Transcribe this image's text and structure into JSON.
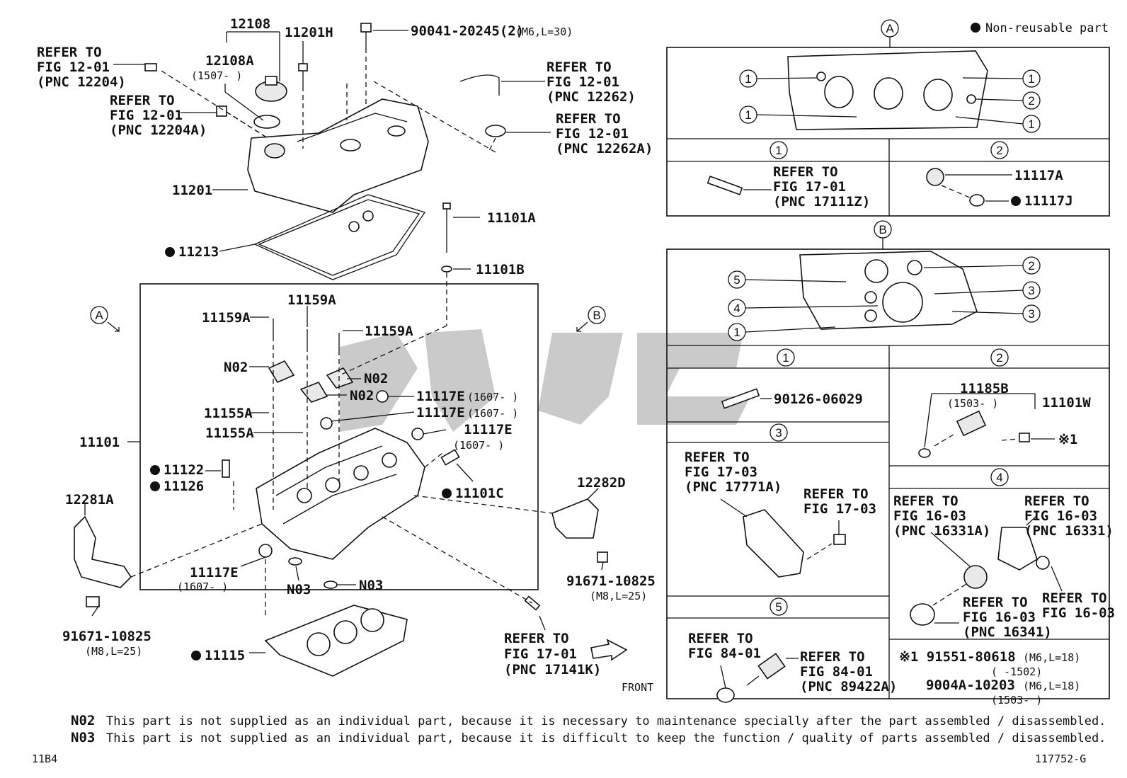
{
  "legend": {
    "symbol": "●",
    "text": "Non-reusable part"
  },
  "sections": {
    "a": "A",
    "b": "B",
    "n1": "1",
    "n2": "2",
    "n3": "3",
    "n4": "4",
    "n5": "5"
  },
  "ref": {
    "refer_to": "REFER TO"
  },
  "labels": {
    "p12108": "12108",
    "p12108a": "12108A",
    "p12108a_range": "(1507-      )",
    "p11201h": "11201H",
    "p90041": "90041-20245(2)",
    "p90041_spec": "(M6,L=30)",
    "fig1201_a": "FIG 12-01",
    "pnc12204": "(PNC 12204)",
    "pnc12204a": "(PNC 12204A)",
    "pnc12262": "(PNC 12262)",
    "pnc12262a": "(PNC 12262A)",
    "p11201": "11201",
    "p11213": "11213",
    "p11101a": "11101A",
    "p11101b": "11101B",
    "p11159a_1": "11159A",
    "p11159a_2": "11159A",
    "p11159a_3": "11159A",
    "n02_1": "N02",
    "n02_2": "N02",
    "n02_3": "N02",
    "p11117e_1": "11117E",
    "p11117e_1_range": "(1607-      )",
    "p11117e_2": "11117E",
    "p11117e_2_range": "(1607-      )",
    "p11117e_3": "11117E",
    "p11117e_3_range": "(1607-      )",
    "p11117e_4": "11117E",
    "p11117e_4_range": "(1607-      )",
    "p11155a_1": "11155A",
    "p11155a_2": "11155A",
    "p11101": "11101",
    "p11122": "11122",
    "p11126": "11126",
    "p11101c": "11101C",
    "p12281a": "12281A",
    "p12282d": "12282D",
    "p91671_l": "91671-10825",
    "p91671_l_spec": "(M8,L=25)",
    "p91671_r": "91671-10825",
    "p91671_r_spec": "(M8,L=25)",
    "n03_1": "N03",
    "n03_2": "N03",
    "p11115": "11115",
    "fig1701": "FIG 17-01",
    "pnc17141k": "(PNC 17141K)",
    "front": "FRONT",
    "pnc17111z": "(PNC 17111Z)",
    "p11117a": "11117A",
    "p11117j": "11117J",
    "p90126": "90126-06029",
    "p11185b": "11185B",
    "p11185b_range": "(1503-      )",
    "p11101w": "11101W",
    "kome1": "※1",
    "fig1703": "FIG 17-03",
    "pnc17771a": "(PNC 17771A)",
    "fig1603": "FIG 16-03",
    "pnc16331a": "(PNC 16331A)",
    "pnc16331": "(PNC 16331)",
    "pnc16341": "(PNC 16341)",
    "fig8401": "FIG 84-01",
    "pnc89422a": "(PNC 89422A)",
    "k1_part": "※1 91551-80618",
    "k1_part_spec": "(M6,L=18)",
    "k1_part_range": "(      -1502)",
    "k2_part": "9004A-10203",
    "k2_part_spec": "(M6,L=18)",
    "k2_part_range": "(1503-      )"
  },
  "notes": [
    {
      "code": "N02",
      "text": "This part is not supplied as an individual part, because it is necessary to maintenance specially after the part assembled / disassembled."
    },
    {
      "code": "N03",
      "text": "This part is not supplied as an individual part, because it is difficult to keep the function / quality of parts assembled / disassembled."
    }
  ],
  "footer": {
    "left": "11B4",
    "right": "117752-G"
  },
  "watermark": "نيسا"
}
